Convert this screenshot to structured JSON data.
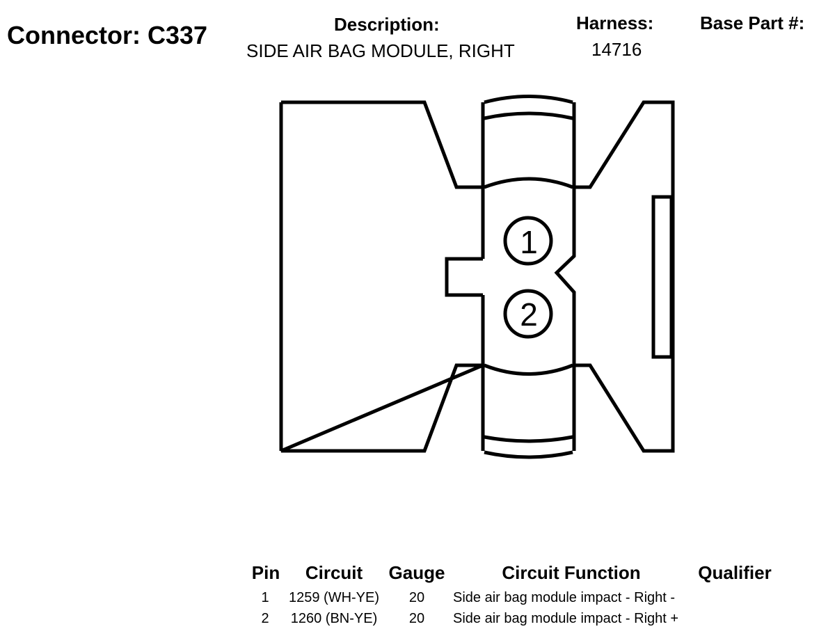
{
  "header": {
    "connector_title": "Connector: C337",
    "description_label": "Description:",
    "description_value": "SIDE AIR BAG MODULE, RIGHT",
    "harness_label": "Harness:",
    "harness_value": "14716",
    "base_part_label": "Base Part #:",
    "base_part_value": ""
  },
  "connector": {
    "pins": [
      {
        "label": "1"
      },
      {
        "label": "2"
      }
    ]
  },
  "pin_table": {
    "headers": {
      "pin": "Pin",
      "circuit": "Circuit",
      "gauge": "Gauge",
      "function": "Circuit Function",
      "qualifier": "Qualifier"
    },
    "rows": [
      {
        "pin": "1",
        "circuit": "1259 (WH-YE)",
        "gauge": "20",
        "function": "Side air bag module impact - Right -",
        "qualifier": ""
      },
      {
        "pin": "2",
        "circuit": "1260 (BN-YE)",
        "gauge": "20",
        "function": "Side air bag module impact - Right +",
        "qualifier": ""
      }
    ]
  }
}
